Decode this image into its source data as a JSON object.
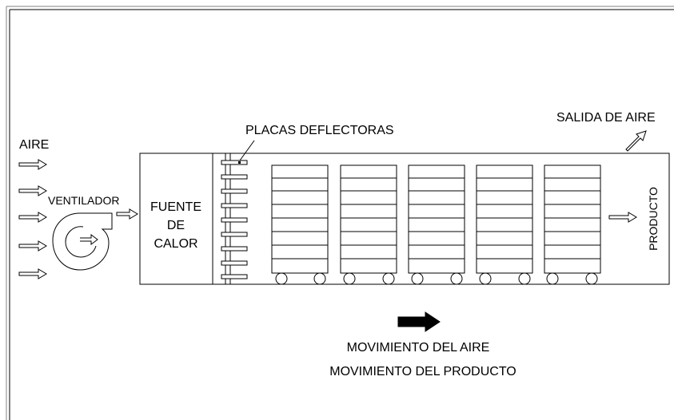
{
  "labels": {
    "aire": "AIRE",
    "ventilador": "VENTILADOR",
    "fuente_line1": "FUENTE",
    "fuente_line2": "DE",
    "fuente_line3": "CALOR",
    "placas": "PLACAS DEFLECTORAS",
    "salida": "SALIDA DE AIRE",
    "producto": "PRODUCTO",
    "mov_aire": "MOVIMIENTO DEL AIRE",
    "mov_producto": "MOVIMIENTO DEL PRODUCTO"
  },
  "colors": {
    "line": "#000000",
    "background": "#ffffff",
    "frame": "#808080"
  }
}
